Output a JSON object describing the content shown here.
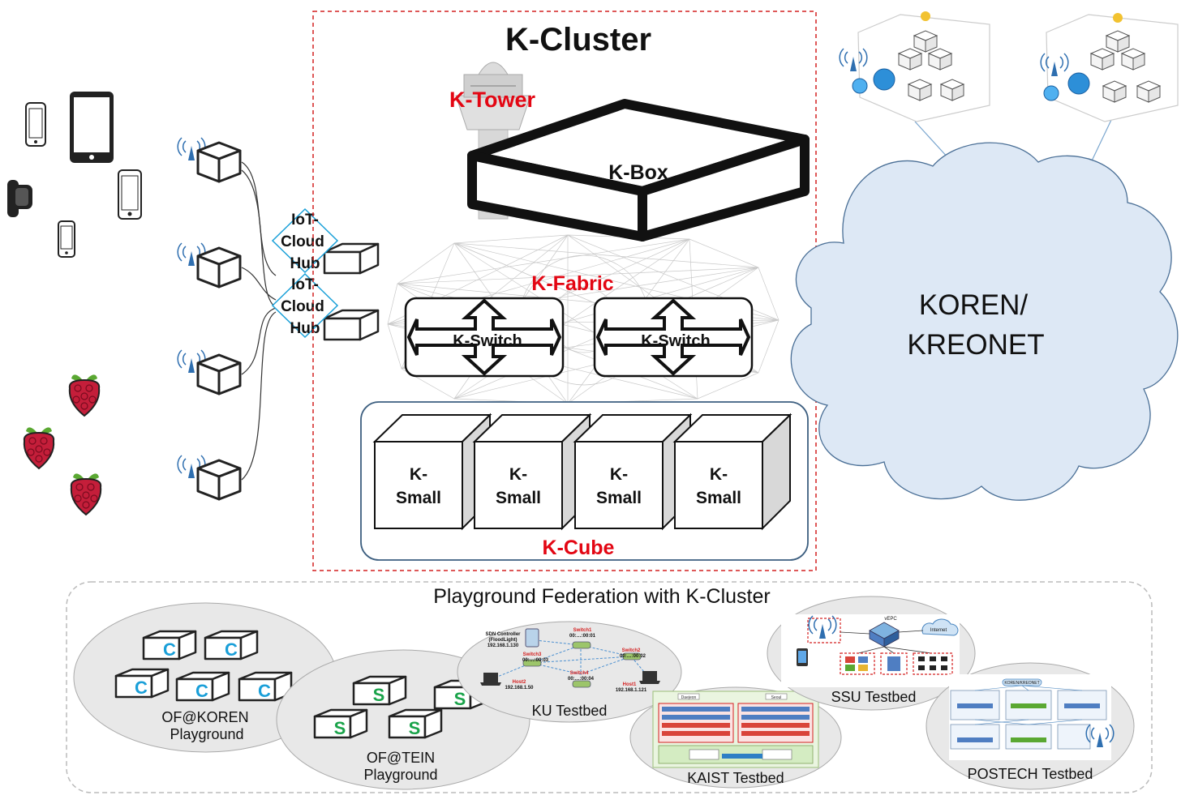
{
  "cluster": {
    "title": "K-Cluster",
    "tower_label": "K-Tower",
    "box_label": "K-Box",
    "fabric_label": "K-Fabric",
    "switches": [
      "K-Switch",
      "K-Switch"
    ],
    "smalls": [
      {
        "line1": "K-",
        "line2": "Small"
      },
      {
        "line1": "K-",
        "line2": "Small"
      },
      {
        "line1": "K-",
        "line2": "Small"
      },
      {
        "line1": "K-",
        "line2": "Small"
      }
    ],
    "cube_label": "K-Cube"
  },
  "hubs": [
    {
      "lines": [
        "IoT-",
        "Cloud",
        "Hub"
      ]
    },
    {
      "lines": [
        "IoT-",
        "Cloud",
        "Hub"
      ]
    }
  ],
  "network": {
    "line1": "KOREN/",
    "line2": "KREONET"
  },
  "federation": {
    "title": "Playground Federation with K-Cluster",
    "koren": {
      "line1": "OF@KOREN",
      "line2": "Playground",
      "box_letter": "C"
    },
    "tein": {
      "line1": "OF@TEIN",
      "line2": "Playground",
      "box_letter": "S"
    },
    "testbeds": {
      "ku": "KU Testbed",
      "kaist": "KAIST Testbed",
      "ssu": "SSU Testbed",
      "postech": "POSTECH Testbed"
    },
    "ku_detail": {
      "controller": [
        "SDN Controller",
        "(FloodLight)",
        "192.168.1.130"
      ],
      "switch1": [
        "Switch1",
        "00:…:00:01"
      ],
      "switch2": [
        "Switch2",
        "00:…:00:02"
      ],
      "switch3": [
        "Switch3",
        "00:…:00:03"
      ],
      "switch4": [
        "Switch4",
        "00:…:00:04"
      ],
      "host1": [
        "Host1",
        "192.168.1.121"
      ],
      "host2": [
        "Host2",
        "192.168.1.50"
      ]
    },
    "kaist_detail": {
      "site1": "Daejeon",
      "site2": "Seoul"
    },
    "ssu_detail": {
      "core": "vEPC",
      "internet": "Internet"
    },
    "postech_detail": {
      "core": "KOREN/KREONET"
    }
  },
  "colors": {
    "accent_red": "#e30613",
    "dashed_border": "#d42020",
    "cloud_fill": "#dde8f5",
    "cube_border": "#3d5f80",
    "pi_red": "#c41e3a",
    "antenna_blue": "#2f6fb0",
    "letter_c": "#1a9fd8",
    "letter_s": "#1aa34a"
  }
}
